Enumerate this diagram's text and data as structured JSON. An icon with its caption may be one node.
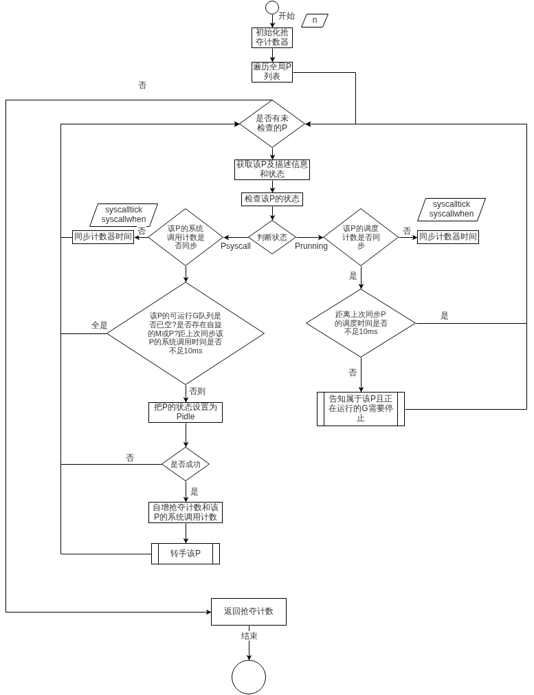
{
  "diagram": {
    "nodes": [
      {
        "text": [],
        "shape": "circle"
      },
      {
        "text": [
          "n"
        ]
      },
      {
        "text": [
          "初始化抢夺计数器"
        ]
      },
      {
        "text": [
          "遍历全局P列表"
        ]
      },
      {
        "text": [
          "是否有未检查的P"
        ]
      },
      {
        "text": [
          "获取该P及描述信息和状态"
        ]
      },
      {
        "text": [
          "检查该P的状态"
        ]
      },
      {
        "text": [
          "判断状态"
        ]
      },
      {
        "text": [
          "该P的系统调用计数是否同步"
        ]
      },
      {
        "text": [
          "syscalltick syscallwhen"
        ]
      },
      {
        "text": [
          "同步计数器时间"
        ]
      },
      {
        "text": [
          "该P的调度计数是否同步"
        ]
      },
      {
        "text": [
          "syscalltick syscallwhen"
        ]
      },
      {
        "text": [
          "同步计数器时间"
        ]
      },
      {
        "text": [
          "该P的可运行G队列是否已空?是否存在自旋的M或P?距上次同步该P的系统调用时间是否不足10ms"
        ]
      },
      {
        "text": [
          "距离上次同步P的调度时间是否不足10ms"
        ]
      },
      {
        "text": [
          "告知属于该P且正在运行的G需要停止"
        ]
      },
      {
        "text": [
          "把P的状态设置为Pidle"
        ]
      },
      {
        "text": [
          "是否成功"
        ]
      },
      {
        "text": [
          "自增抢夺计数和该P的系统调用计数"
        ]
      },
      {
        "text": [
          "转手该P"
        ]
      },
      {
        "text": [
          "返回抢夺计数"
        ]
      },
      {
        "text": [],
        "shape": "circle"
      }
    ],
    "edges": [
      {
        "from": 0,
        "to": 2,
        "arrow": "to",
        "label": "开始"
      },
      {
        "from": 2,
        "to": 3,
        "arrow": "to"
      },
      {
        "from": 3,
        "to": 4,
        "arrow": "to"
      },
      {
        "from": 4,
        "to": 5,
        "arrow": "to"
      },
      {
        "from": 5,
        "to": 6,
        "arrow": "to"
      },
      {
        "from": 6,
        "to": 7,
        "arrow": "to"
      },
      {
        "from": 7,
        "to": 8,
        "arrow": "to",
        "label": "Psyscall"
      },
      {
        "from": 7,
        "to": 11,
        "arrow": "to",
        "label": "Prunning"
      },
      {
        "from": 8,
        "to": 10,
        "arrow": "to",
        "label": "否"
      },
      {
        "from": 8,
        "to": 14,
        "arrow": "to"
      },
      {
        "from": 11,
        "to": 13,
        "arrow": "to",
        "label": "否"
      },
      {
        "from": 11,
        "to": 15,
        "arrow": "to",
        "label": "是"
      },
      {
        "from": 15,
        "to": 4,
        "arrow": "to",
        "label": "是"
      },
      {
        "from": 15,
        "to": 16,
        "arrow": "to",
        "label": "否"
      },
      {
        "from": 16,
        "to": 4,
        "arrow": "to"
      },
      {
        "from": 14,
        "to": 17,
        "arrow": "to",
        "label": "否则"
      },
      {
        "from": 17,
        "to": 18,
        "arrow": "to"
      },
      {
        "from": 18,
        "to": 19,
        "arrow": "to",
        "label": "是"
      },
      {
        "from": 19,
        "to": 20,
        "arrow": "to"
      },
      {
        "from": 20,
        "to": 4,
        "arrow": "to"
      },
      {
        "from": 18,
        "to": 4,
        "arrow": "to",
        "label": "否"
      },
      {
        "from": 14,
        "to": 4,
        "arrow": "to",
        "label": "全是"
      },
      {
        "from": 10,
        "to": 4,
        "arrow": "to"
      },
      {
        "from": 4,
        "to": 21,
        "arrow": "to",
        "label": "否"
      },
      {
        "from": 21,
        "to": 22,
        "arrow": "to",
        "label": "结束"
      }
    ]
  }
}
